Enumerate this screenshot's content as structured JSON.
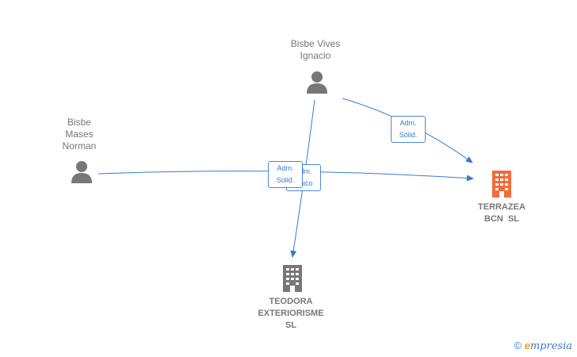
{
  "nodes": {
    "person_vives": {
      "name_line1": "Bisbe Vives",
      "name_line2": "Ignacio"
    },
    "person_mases": {
      "name_line1": "Bisbe",
      "name_line2": "Mases",
      "name_line3": "Norman"
    },
    "company_terrazea": {
      "name_line1": "TERRAZEA",
      "name_line2": "BCN  SL",
      "color": "#f26b3a"
    },
    "company_teodora": {
      "name_line1": "TEODORA",
      "name_line2": "EXTERIORISME",
      "name_line3": "SL",
      "color": "#777777"
    }
  },
  "edges": {
    "vives_terrazea": {
      "line1": "Adm.",
      "line2": "Solid."
    },
    "mases_terrazea": {
      "line1": "Adm.",
      "line2": "Solid."
    },
    "vives_teodora": {
      "line1": "Adm.",
      "line2": "Unico"
    }
  },
  "footer": {
    "copyright_symbol": "©",
    "brand_initial": "e",
    "brand_rest": "mpresia"
  },
  "colors": {
    "edge": "#3a7acb",
    "person_icon": "#777777"
  }
}
